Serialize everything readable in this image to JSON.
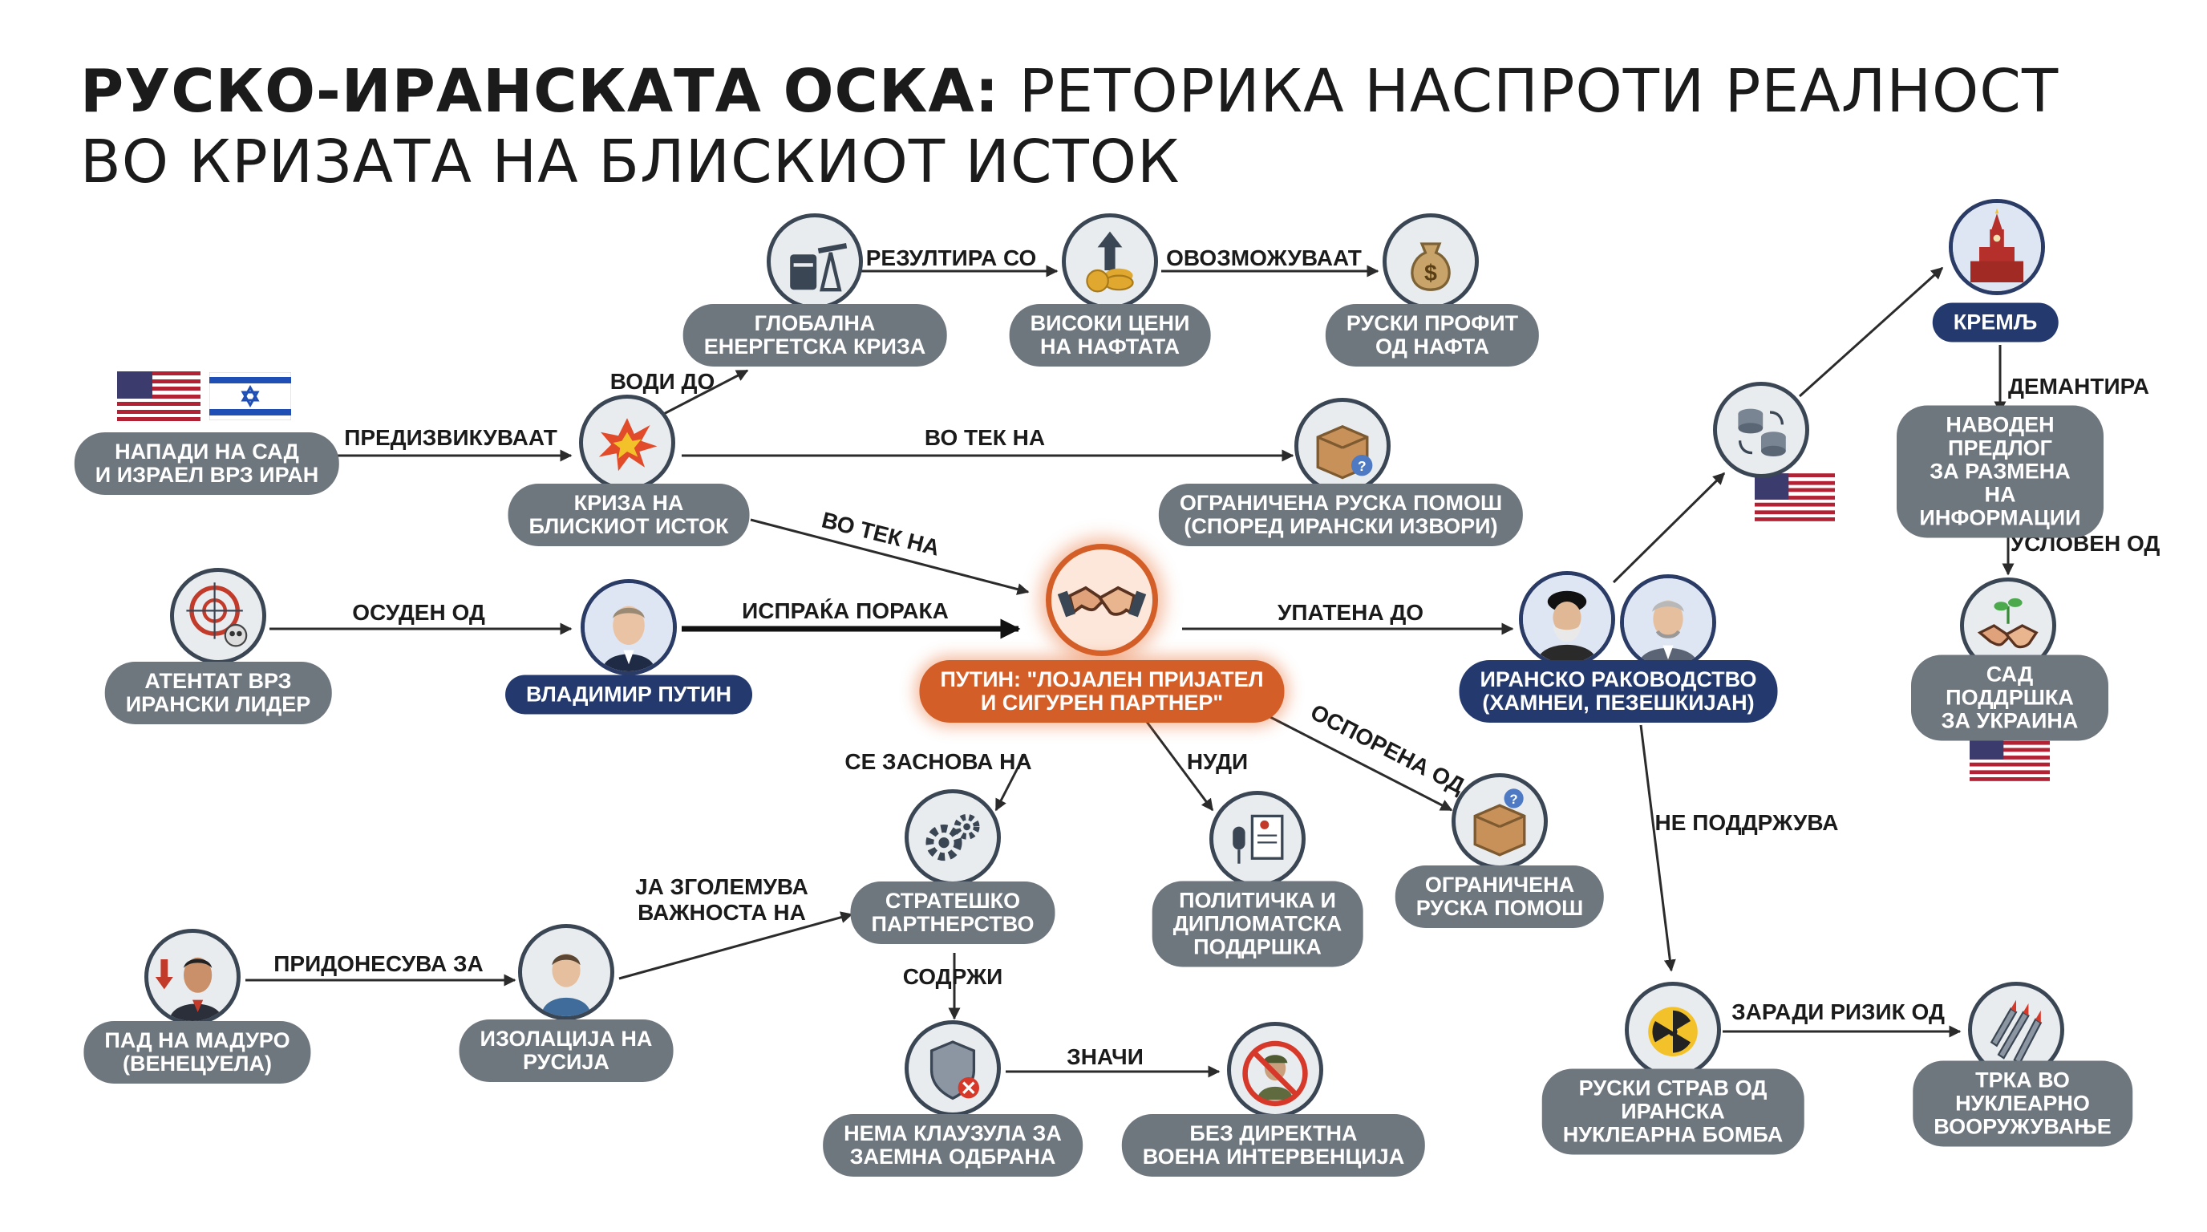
{
  "title": {
    "bold": "РУСКО-ИРАНСКАТА ОСКА:",
    "rest_line1": "РЕТОРИКА НАСПРОТИ РЕАЛНОСТ",
    "line2": "ВО КРИЗАТА НА БЛИСКИОТ ИСТОК"
  },
  "colors": {
    "node_pill": "#6e767e",
    "navy_pill": "#243a6e",
    "central_orange": "#d35e28",
    "edge": "#2b2b2b"
  },
  "nodes": {
    "attacks": "НАПАДИ НА САД\nИ ИЗРАЕЛ ВРЗ ИРАН",
    "crisis": "КРИЗА НА\nБЛИСКИОТ ИСТОК",
    "energy": "ГЛОБАЛНА\nЕНЕРГЕТСКА КРИЗА",
    "prices": "ВИСОКИ ЦЕНИ\nНА НАФТАТА",
    "profit": "РУСКИ ПРОФИТ\nОД НАФТА",
    "limited_sources": "ОГРАНИЧЕНА РУСКА ПОМОШ\n(СПОРЕД ИРАНСКИ ИЗВОРИ)",
    "assassination": "АТЕНТАТ ВРЗ\nИРАНСКИ ЛИДЕР",
    "putin": "ВЛАДИМИР ПУТИН",
    "central": "ПУТИН: \"ЛОЈАЛЕН ПРИЈАТЕЛ\nИ СИГУРЕН ПАРТНЕР\"",
    "iran_leadership": "ИРАНСКО РАКОВОДСТВО\n(ХАМНЕИ, ПЕЗЕШКИЈАН)",
    "kremlin": "КРЕМЉ",
    "proposal": "НАВОДЕН ПРЕДЛОГ\nЗА РАЗМЕНА НА\nИНФОРМАЦИИ",
    "us_ukraine": "САД ПОДДРШКА\nЗА УКРАИНА",
    "partnership": "СТРАТЕШКО\nПАРТНЕРСТВО",
    "political": "ПОЛИТИЧКА И\nДИПЛОМАТСКА\nПОДДРШКА",
    "limited_help": "ОГРАНИЧЕНА\nРУСКА ПОМОШ",
    "maduro": "ПАД НА МАДУРО\n(ВЕНЕЦУЕЛА)",
    "isolation": "ИЗОЛАЦИЈА НА\nРУСИЈА",
    "no_clause": "НЕМА КЛАУЗУЛА ЗА\nЗАЕМНА ОДБРАНА",
    "no_intervention": "БЕЗ ДИРЕКТНА\nВОЕНА ИНТЕРВЕНЦИЈА",
    "nuclear_fear": "РУСКИ СТРАВ ОД\nИРАНСКА\nНУКЛЕАРНА БОМБА",
    "arms_race": "ТРКА ВО НУКЛЕАРНО\nВООРУЖУВАЊЕ"
  },
  "edges": {
    "provoke": "ПРЕДИЗВИКУВААТ",
    "leads_to": "ВОДИ ДО",
    "results_in": "РЕЗУЛТИРА СО",
    "enable": "ОВОЗМОЖУВААТ",
    "during1": "ВО ТЕК НА",
    "during2": "ВО ТЕК НА",
    "condemned_by": "ОСУДЕН ОД",
    "sends_message": "ИСПРАЌА ПОРАКА",
    "addressed_to": "УПАТЕНА ДО",
    "based_on": "СЕ ЗАСНОВА НА",
    "offers": "НУДИ",
    "disputed_by": "ОСПОРЕНА ОД",
    "increases": "ЈА ЗГОЛЕМУВА\nВАЖНОСТА НА",
    "contributes": "ПРИДОНЕСУВА ЗА",
    "contains": "СОДРЖИ",
    "means": "ЗНАЧИ",
    "denies": "ДЕМАНТИРА",
    "conditioned_by": "УСЛОВЕН ОД",
    "not_support": "НЕ ПОДДРЖУВА",
    "due_to_risk": "ЗАРАДИ РИЗИК ОД"
  }
}
